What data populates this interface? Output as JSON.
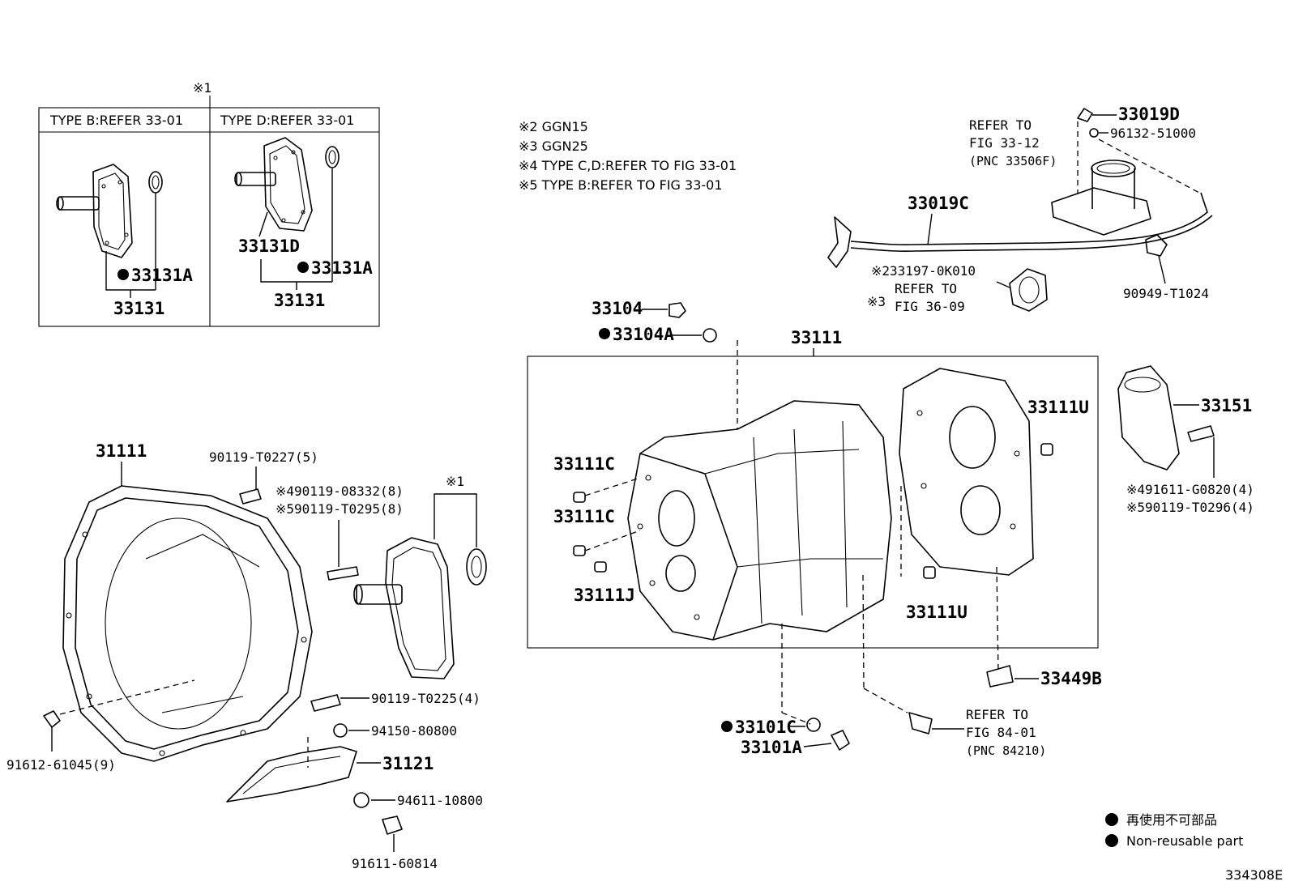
{
  "figure_code": "334308E",
  "inset": {
    "marker": "※1",
    "left_header": "TYPE B:REFER 33-01",
    "right_header": "TYPE D:REFER 33-01",
    "left_seal": "33131A",
    "left_assy": "33131",
    "right_retainer": "33131D",
    "right_seal": "33131A",
    "right_assy": "33131"
  },
  "notes": [
    "※2 GGN15",
    "※3 GGN25",
    "※4 TYPE C,D:REFER TO FIG 33-01",
    "※5 TYPE B:REFER TO FIG 33-01"
  ],
  "top_right": {
    "refer_line1": "REFER TO",
    "refer_line2": "FIG 33-12",
    "refer_line3": "(PNC 33506F)",
    "pipe": "33019C",
    "clip": "33019D",
    "bolt": "96132-51000",
    "clamp": "90949-T1024",
    "plug_marked": "※233197-0K010",
    "plug_refer1": "REFER TO",
    "plug_marker3": "※3",
    "plug_refer2": "FIG 36-09"
  },
  "case": {
    "breather": "33104",
    "gasket": "33104A",
    "assy": "33111",
    "pin_c1": "33111C",
    "pin_c2": "33111C",
    "pin_j": "33111J",
    "pin_u1": "33111U",
    "pin_u2": "33111U",
    "cover": "33151",
    "cover_bolt_4": "※491611-G0820(4)",
    "cover_bolt_5": "※590119-T0296(4)",
    "sensor_bracket": "33449B",
    "drain_gasket": "33101C",
    "drain_plug": "33101A",
    "sensor_refer1": "REFER TO",
    "sensor_refer2": "FIG 84-01",
    "sensor_refer3": "(PNC 84210)"
  },
  "housing": {
    "part": "31111",
    "bolt_top": "90119-T0227(5)",
    "bolt_4": "※490119-08332(8)",
    "bolt_5": "※590119-T0295(8)",
    "retainer_marker": "※1",
    "bolt_lower": "90119-T0225(4)",
    "bolt_left": "91612-61045(9)",
    "nut": "94150-80800",
    "cover": "31121",
    "washer": "94611-10800",
    "bolt_bottom": "91611-60814"
  },
  "legend": {
    "jp": "再使用不可部品",
    "en": "Non-reusable part"
  }
}
